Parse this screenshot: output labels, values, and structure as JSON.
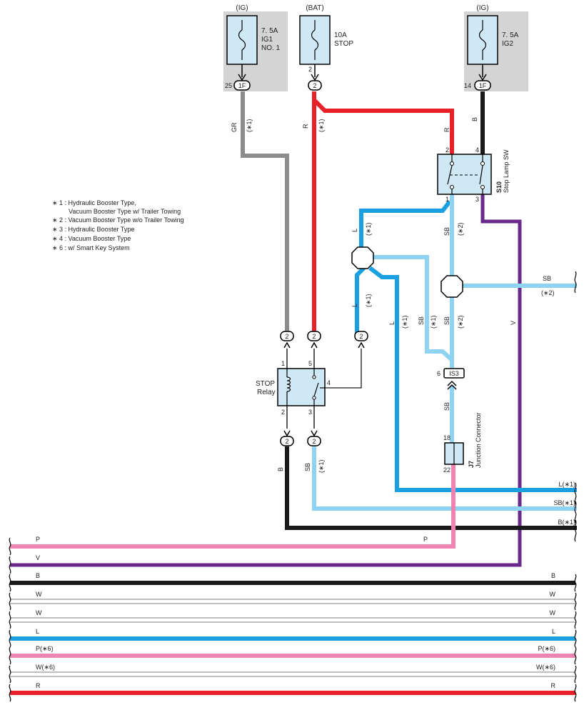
{
  "colors": {
    "GR": "#8c8c8c",
    "R": "#e8202a",
    "B": "#1a1a1a",
    "L": "#1aa0e0",
    "SB": "#8fd3f2",
    "V": "#6a2a8c",
    "P": "#ee84b2",
    "W": "#ffffff",
    "fuse_bg": "#d4d4d4",
    "component_fill": "#cfe8f6"
  },
  "fuses": {
    "ig1": {
      "source": "(IG)",
      "rating": "7. 5A",
      "name1": "IG1",
      "name2": "NO. 1",
      "pin": "25",
      "connector": "1F"
    },
    "stop": {
      "source": "(BAT)",
      "rating": "10A",
      "name1": "STOP",
      "pin": "2",
      "connector": "2"
    },
    "ig2": {
      "source": "(IG)",
      "rating": "7. 5A",
      "name1": "IG2",
      "pin": "14",
      "connector": "1F"
    }
  },
  "notes": [
    "∗ 1 : Hydraulic Booster Type,",
    "Vacuum Booster Type w/ Trailer Towing",
    "∗ 2 : Vacuum Booster Type w/o Trailer Towing",
    "∗ 3 : Hydraulic Booster Type",
    "∗ 4 : Vacuum Booster Type",
    "∗ 6 : w/ Smart Key System"
  ],
  "stop_lamp_sw": {
    "id": "S10",
    "name": "Stop Lamp SW",
    "pins": [
      "2",
      "4",
      "1",
      "3"
    ]
  },
  "stop_relay": {
    "name1": "STOP",
    "name2": "Relay",
    "pins": [
      "1",
      "5",
      "4",
      "2",
      "3"
    ]
  },
  "junction": {
    "id": "J7",
    "name": "Junction Connector",
    "pin_top": "18",
    "pin_bottom": "22"
  },
  "is3": {
    "label": "IS3",
    "pin": "6"
  },
  "relay_connectors": {
    "top": [
      "2",
      "2",
      "2"
    ],
    "bottom": [
      "2",
      "2"
    ]
  },
  "wire_labels": {
    "gr": "GR",
    "gr_note": "(∗1)",
    "r": "R",
    "r_note": "(∗1)",
    "r2": "R",
    "b_ig2": "B",
    "sb_sw": "SB",
    "sb_sw_note": "(∗2)",
    "l_sw": "L",
    "l_sw_note": "(∗1)",
    "l_mid": "L",
    "l_mid_note": "(∗1)",
    "l_right": "L",
    "l_right_note": "(∗1)",
    "sb_mid": "SB",
    "sb_mid_note": "(∗1)",
    "sb_main": "SB",
    "sb_main_note": "(∗2)",
    "sb_right": "SB",
    "sb_right_note": "(∗2)",
    "v": "V",
    "sb_is3": "SB",
    "b_relay": "B",
    "sb_relay": "SB",
    "sb_relay_note": "(∗1)"
  },
  "right_exits": [
    "L(∗1)",
    "SB(∗1)",
    "B(∗1)"
  ],
  "buses": [
    {
      "color": "P",
      "left": "P",
      "right": "P"
    },
    {
      "color": "V",
      "left": "V",
      "right": ""
    },
    {
      "color": "B",
      "left": "B",
      "right": "B"
    },
    {
      "color": "W",
      "left": "W",
      "right": "W"
    },
    {
      "color": "W",
      "left": "W",
      "right": "W"
    },
    {
      "color": "L",
      "left": "L",
      "right": "L"
    },
    {
      "color": "P",
      "left": "P(∗6)",
      "right": "P(∗6)"
    },
    {
      "color": "W",
      "left": "W(∗6)",
      "right": "W(∗6)"
    },
    {
      "color": "R",
      "left": "R",
      "right": "R"
    }
  ]
}
